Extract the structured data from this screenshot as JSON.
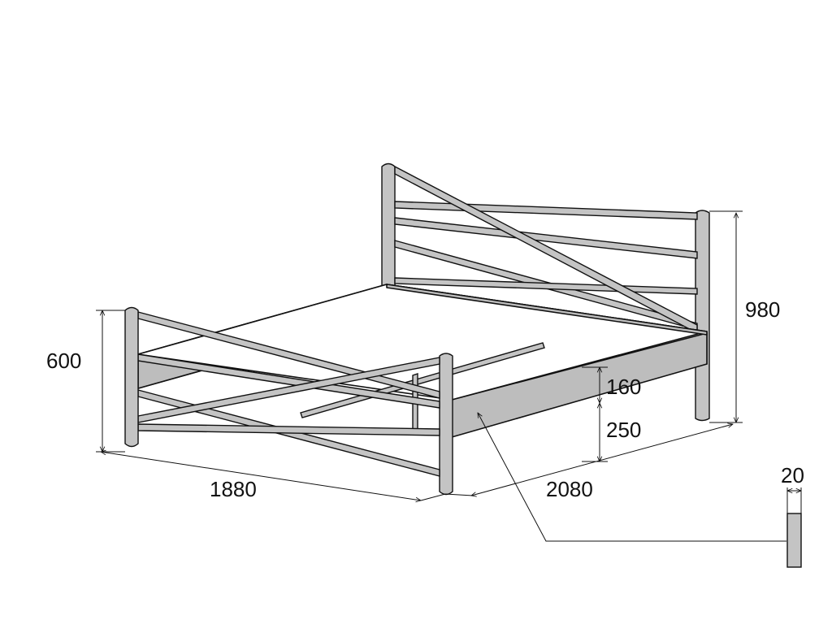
{
  "diagram": {
    "dimensions": {
      "headboard_height": "980",
      "footboard_height": "600",
      "width": "1880",
      "length": "2080",
      "frame_side_height": "160",
      "under_frame_clearance": "250",
      "profile_thickness": "20"
    },
    "colors": {
      "metal": "#c4c4c4",
      "outline": "#111111",
      "background": "#ffffff"
    }
  }
}
